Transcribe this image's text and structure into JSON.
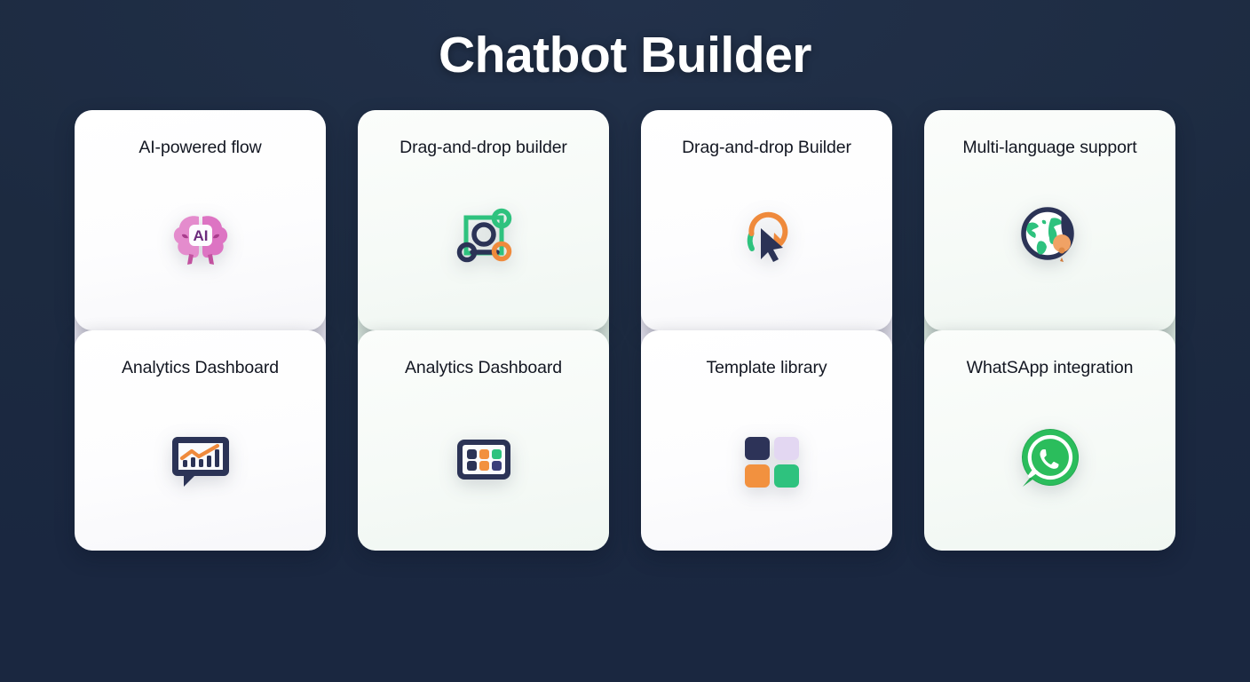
{
  "header": {
    "title": "Chatbot Builder"
  },
  "colors": {
    "background": "#1c2a40",
    "title_text": "#ffffff",
    "card_title_text": "#131722",
    "card_white": "#ffffff",
    "card_mint": "#f6faf7",
    "column_tint_lavender": "#eceaf4",
    "column_tint_mint": "#e2efe5",
    "accent_navy": "#2b3356",
    "accent_orange": "#f0883e",
    "accent_green": "#2ec27e",
    "accent_pink": "#e283c8",
    "accent_lavender": "#e3d7f2",
    "whatsapp_green": "#25d366"
  },
  "columns": [
    {
      "tint": "lavender",
      "cards": [
        {
          "title": "AI-powered flow",
          "icon": "ai-brain-icon",
          "surface": "white",
          "icon_label": "AI"
        },
        {
          "title": "Analytics Dashboard",
          "icon": "chat-bar-chart-icon",
          "surface": "white"
        }
      ]
    },
    {
      "tint": "mint",
      "cards": [
        {
          "title": "Drag-and-drop builder",
          "icon": "node-graph-icon",
          "surface": "mint"
        },
        {
          "title": "Analytics Dashboard",
          "icon": "dashboard-grid-icon",
          "surface": "mint"
        }
      ]
    },
    {
      "tint": "lavender",
      "cards": [
        {
          "title": "Drag-and-drop Builder",
          "icon": "cursor-refresh-icon",
          "surface": "white"
        },
        {
          "title": "Template library",
          "icon": "four-tiles-icon",
          "surface": "white"
        }
      ]
    },
    {
      "tint": "mint",
      "cards": [
        {
          "title": "Multi-language support",
          "icon": "globe-pin-icon",
          "surface": "mint"
        },
        {
          "title": "WhatSApp integration",
          "icon": "whatsapp-icon",
          "surface": "mint"
        }
      ]
    }
  ]
}
